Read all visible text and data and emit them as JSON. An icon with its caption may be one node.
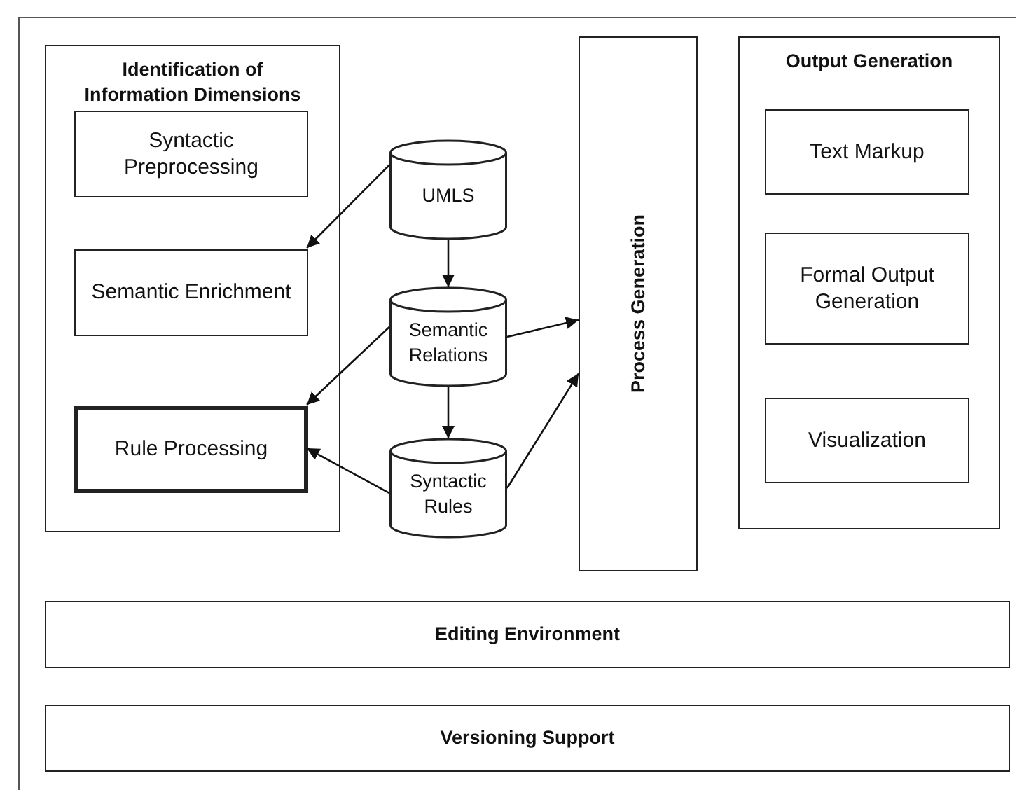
{
  "diagram": {
    "nodes": [
      {
        "text": [
          "Identification of Information Dimensions"
        ]
      },
      {
        "text": [
          "Syntactic Preprocessing"
        ],
        "in": 0
      },
      {
        "text": [
          "Semantic Enrichment"
        ],
        "in": 0
      },
      {
        "text": [
          "Rule Processing"
        ],
        "in": 0
      },
      {
        "text": [
          "UMLS"
        ]
      },
      {
        "text": [
          "Semantic Relations"
        ]
      },
      {
        "text": [
          "Syntactic Rules"
        ]
      },
      {
        "text": [
          "Process Generation"
        ]
      },
      {
        "text": [
          "Output Generation"
        ]
      },
      {
        "text": [
          "Text Markup"
        ],
        "in": 8
      },
      {
        "text": [
          "Formal Output Generation"
        ],
        "in": 8
      },
      {
        "text": [
          "Visualization"
        ],
        "in": 8
      },
      {
        "text": [
          "Editing Environment"
        ]
      },
      {
        "text": [
          "Versioning Support"
        ]
      }
    ],
    "edges": [
      {
        "from": 4,
        "to": 2,
        "arrow": "to"
      },
      {
        "from": 4,
        "to": 5,
        "arrow": "to"
      },
      {
        "from": 5,
        "to": 7,
        "arrow": "to"
      },
      {
        "from": 5,
        "to": 3,
        "arrow": "to"
      },
      {
        "from": 5,
        "to": 6,
        "arrow": "to"
      },
      {
        "from": 6,
        "to": 3,
        "arrow": "to"
      },
      {
        "from": 6,
        "to": 7,
        "arrow": "to"
      }
    ]
  }
}
